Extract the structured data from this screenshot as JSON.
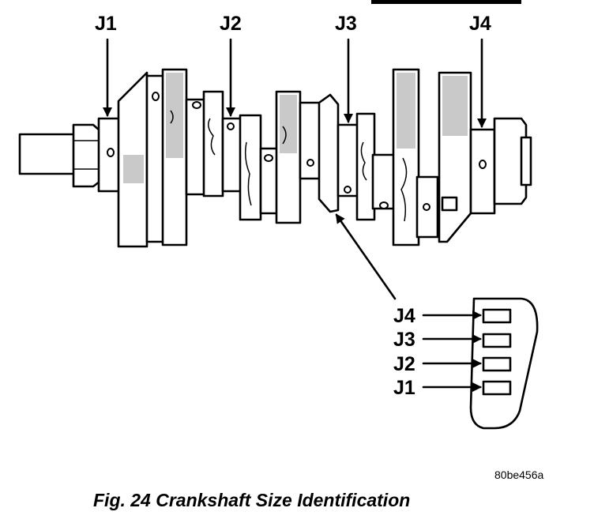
{
  "labels": {
    "top": [
      "J1",
      "J2",
      "J3",
      "J4"
    ],
    "stamp": [
      "J4",
      "J3",
      "J2",
      "J1"
    ]
  },
  "image_code": "80be456a",
  "caption": "Fig. 24 Crankshaft Size Identification"
}
